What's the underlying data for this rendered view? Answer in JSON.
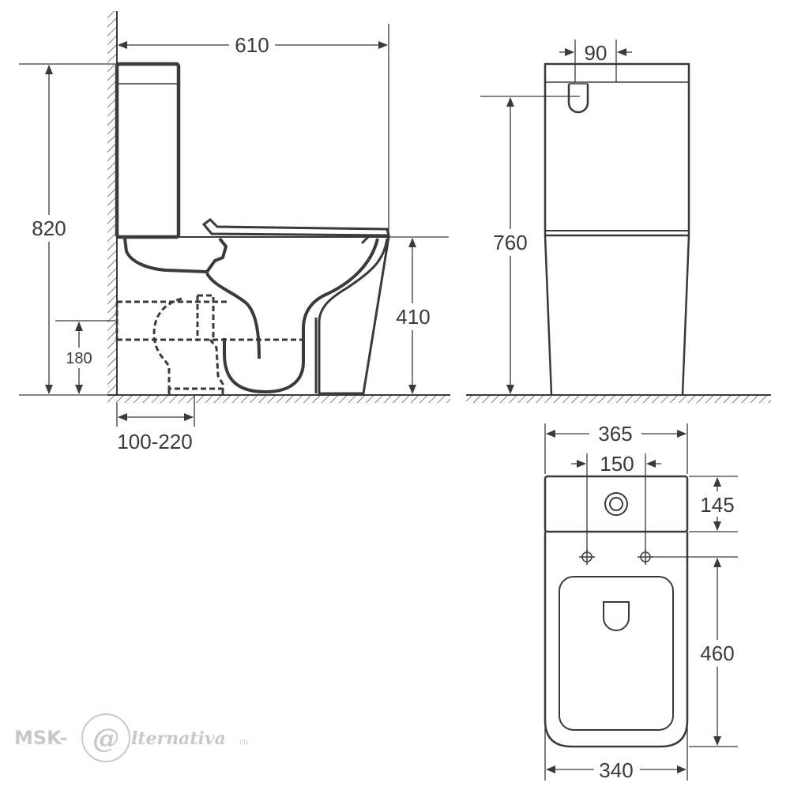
{
  "dimensions": {
    "side_depth": "610",
    "side_height": "820",
    "seat_height": "410",
    "inlet_height": "180",
    "outlet_distance": "100-220",
    "front_top_width": "90",
    "front_height": "760",
    "top_width": "365",
    "top_holes": "150",
    "top_tank_depth": "145",
    "top_bowl_depth": "460",
    "top_base_width": "340"
  },
  "watermark": {
    "left": "MSK-",
    "glyph": "@",
    "right": "lternativa",
    "suffix": ".ru"
  },
  "colors": {
    "line": "#3a3a3a",
    "watermark": "#c8c8c8"
  }
}
